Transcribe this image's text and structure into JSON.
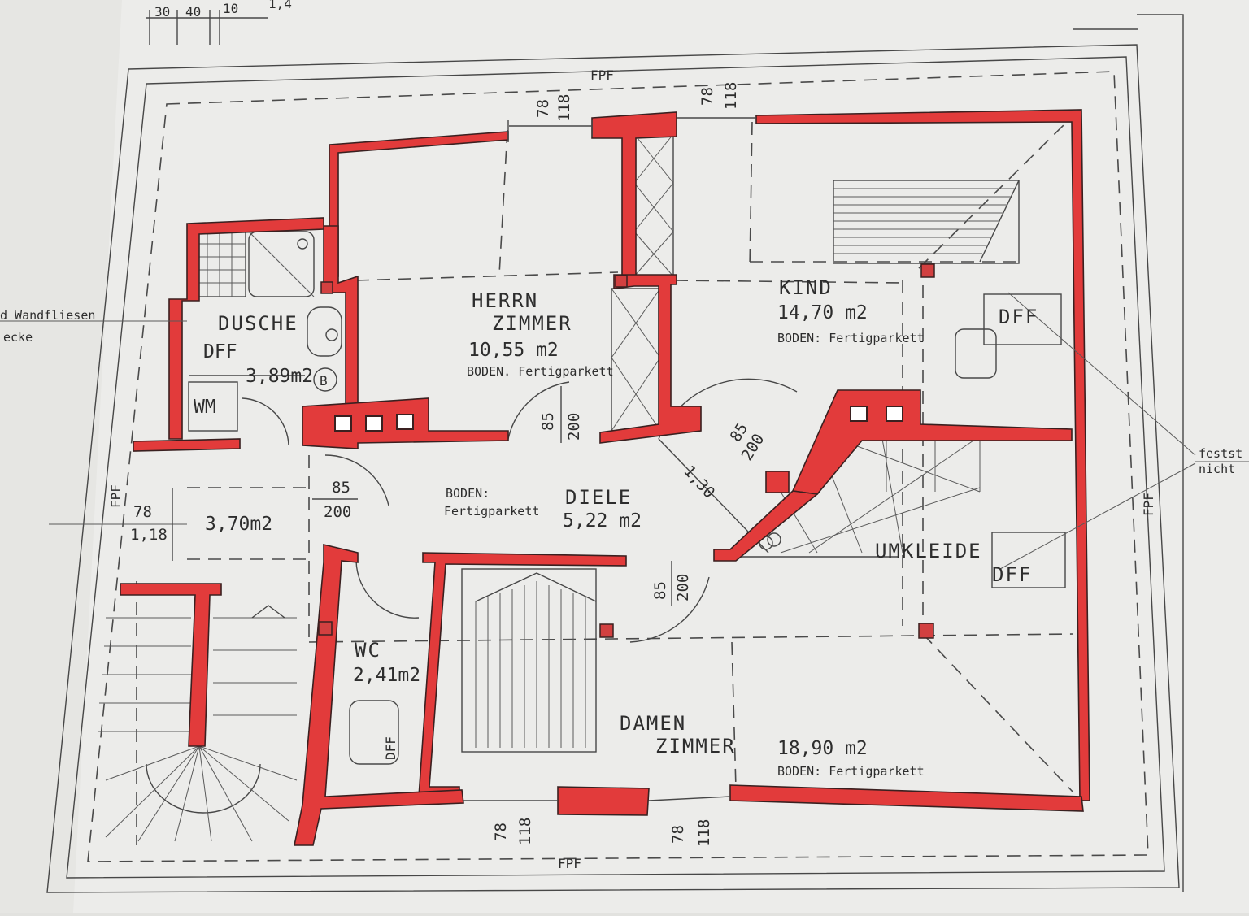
{
  "plan": {
    "paper_color": "#ececea",
    "wall_color": "#e23b3b",
    "rooms": {
      "herrn": {
        "name1": "HERRN",
        "name2": "ZIMMER",
        "area": "10,55 m2",
        "floor": "BODEN. Fertigparkett"
      },
      "kind": {
        "name": "KIND",
        "area": "14,70 m2",
        "floor": "BODEN: Fertigparkett"
      },
      "dusche": {
        "name": "DUSCHE",
        "dff": "DFF",
        "area": "3,89m2",
        "wm": "WM",
        "b": "B"
      },
      "diele": {
        "name": "DIELE",
        "area": "5,22 m2",
        "floor1": "BODEN:",
        "floor2": "Fertigparkett"
      },
      "flur": {
        "area": "3,70m2"
      },
      "umkleide": {
        "name": "UMKLEIDE"
      },
      "wc": {
        "name": "WC",
        "area": "2,41m2",
        "dff": "DFF"
      },
      "damen": {
        "name1": "DAMEN",
        "name2": "ZIMMER",
        "area": "18,90 m2",
        "floor": "BODEN: Fertigparkett"
      }
    },
    "dff_kind": "DFF",
    "dff_umkleide": "DFF",
    "fpf_top": "FPF",
    "fpf_bottom": "FPF",
    "fpf_left": "FPF",
    "fpf_right": "FPF",
    "top_dims": {
      "a": "30",
      "b": "40",
      "c": "10",
      "d": "1,4"
    },
    "dims": {
      "w_top1_a": "78",
      "w_top1_b": "118",
      "w_top2_a": "78",
      "w_top2_b": "118",
      "w_bot1_a": "78",
      "w_bot1_b": "118",
      "w_bot2_a": "78",
      "w_bot2_b": "118",
      "d_herrn_a": "85",
      "d_herrn_b": "200",
      "d_kind_a": "85",
      "d_kind_b": "200",
      "d_stair": "1,30",
      "d_flur_a": "85",
      "d_flur_b": "200",
      "d_damen_a": "85",
      "d_damen_b": "200",
      "w_left_a": "78",
      "w_left_b": "1,18"
    },
    "note_left1": "d Wandfliesen",
    "note_left2": "ecke",
    "note_right1": "festst",
    "note_right2": "nicht"
  }
}
